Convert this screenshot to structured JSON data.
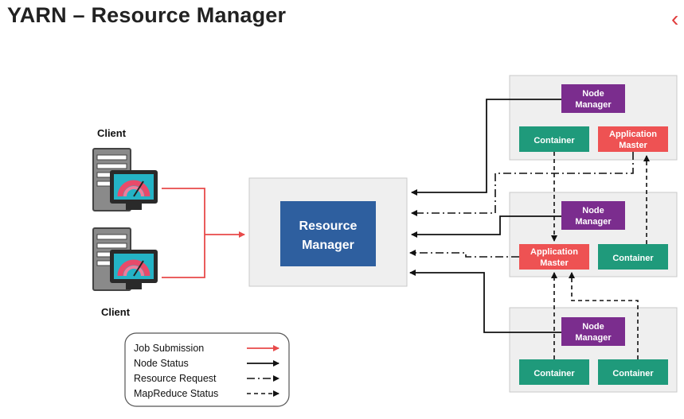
{
  "title": "YARN – Resource Manager",
  "nav_icon": "chevron-left-icon",
  "colors": {
    "job_submission": "#e84a4a",
    "node_manager": "#7b2d8e",
    "container": "#1f9a7b",
    "application_master": "#ee5253",
    "resource_manager": "#2e5f9f",
    "panel": "#efefef"
  },
  "clients": [
    {
      "label": "Client"
    },
    {
      "label": "Client"
    }
  ],
  "resource_manager": {
    "line1": "Resource",
    "line2": "Manager"
  },
  "nodes": [
    {
      "node_manager": {
        "line1": "Node",
        "line2": "Manager"
      },
      "left_box": {
        "line1": "Container",
        "line2": ""
      },
      "right_box": {
        "line1": "Application",
        "line2": "Master"
      }
    },
    {
      "node_manager": {
        "line1": "Node",
        "line2": "Manager"
      },
      "left_box": {
        "line1": "Application",
        "line2": "Master"
      },
      "right_box": {
        "line1": "Container",
        "line2": ""
      }
    },
    {
      "node_manager": {
        "line1": "Node",
        "line2": "Manager"
      },
      "left_box": {
        "line1": "Container",
        "line2": ""
      },
      "right_box": {
        "line1": "Container",
        "line2": ""
      }
    }
  ],
  "legend": [
    {
      "label": "Job Submission",
      "style": "solid-red"
    },
    {
      "label": "Node Status",
      "style": "solid-black"
    },
    {
      "label": "Resource Request",
      "style": "dash-dot"
    },
    {
      "label": "MapReduce Status",
      "style": "dashed"
    }
  ]
}
